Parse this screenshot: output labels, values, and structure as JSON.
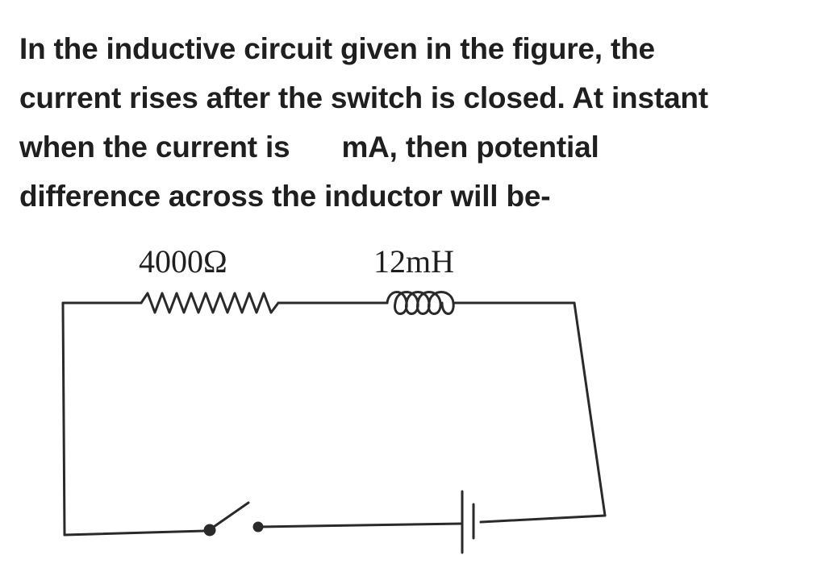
{
  "question": {
    "line1": "In the inductive circuit given in the figure, the",
    "line2": "current rises after the switch is closed. At instant",
    "line3_before": "when the current is",
    "line3_after": "mA, then potential",
    "line4": "difference across the inductor will be-"
  },
  "circuit": {
    "resistor_label": "4000Ω",
    "inductor_label": "12mH"
  }
}
